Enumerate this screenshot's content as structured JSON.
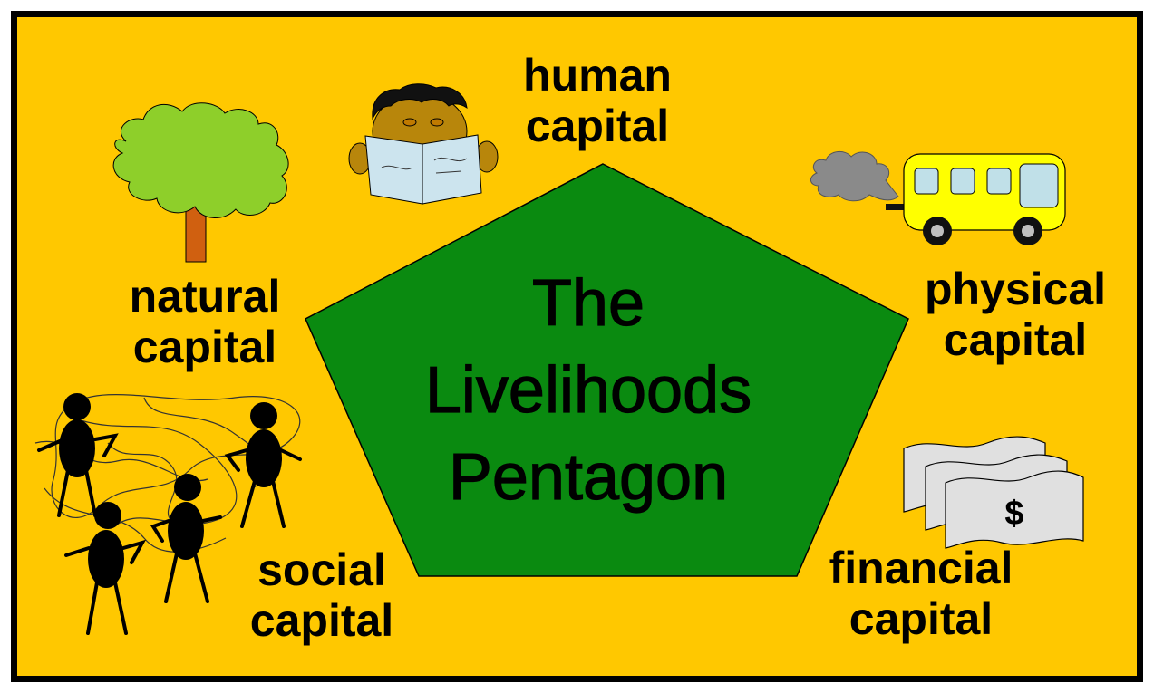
{
  "title": {
    "line1": "The",
    "line2": "Livelihoods",
    "line3": "Pentagon"
  },
  "assets": {
    "human": {
      "line1": "human",
      "line2": "capital",
      "icon": "person-reading-newspaper-icon"
    },
    "natural": {
      "line1": "natural",
      "line2": "capital",
      "icon": "tree-icon"
    },
    "physical": {
      "line1": "physical",
      "line2": "capital",
      "icon": "bus-icon"
    },
    "social": {
      "line1": "social",
      "line2": "capital",
      "icon": "people-network-icon"
    },
    "financial": {
      "line1": "financial",
      "line2": "capital",
      "icon": "banknotes-icon",
      "currency_symbol": "$"
    }
  },
  "colors": {
    "background": "#ffc800",
    "pentagon": "#0a8a10",
    "tree_foliage": "#8ecf2a",
    "tree_trunk": "#d06010",
    "bus": "#ffff00",
    "bus_windows": "#c0e0e8",
    "smoke": "#8a8a8a",
    "newspaper": "#cce4ee",
    "face": "#b8860b",
    "money": "#e0e0e0"
  }
}
